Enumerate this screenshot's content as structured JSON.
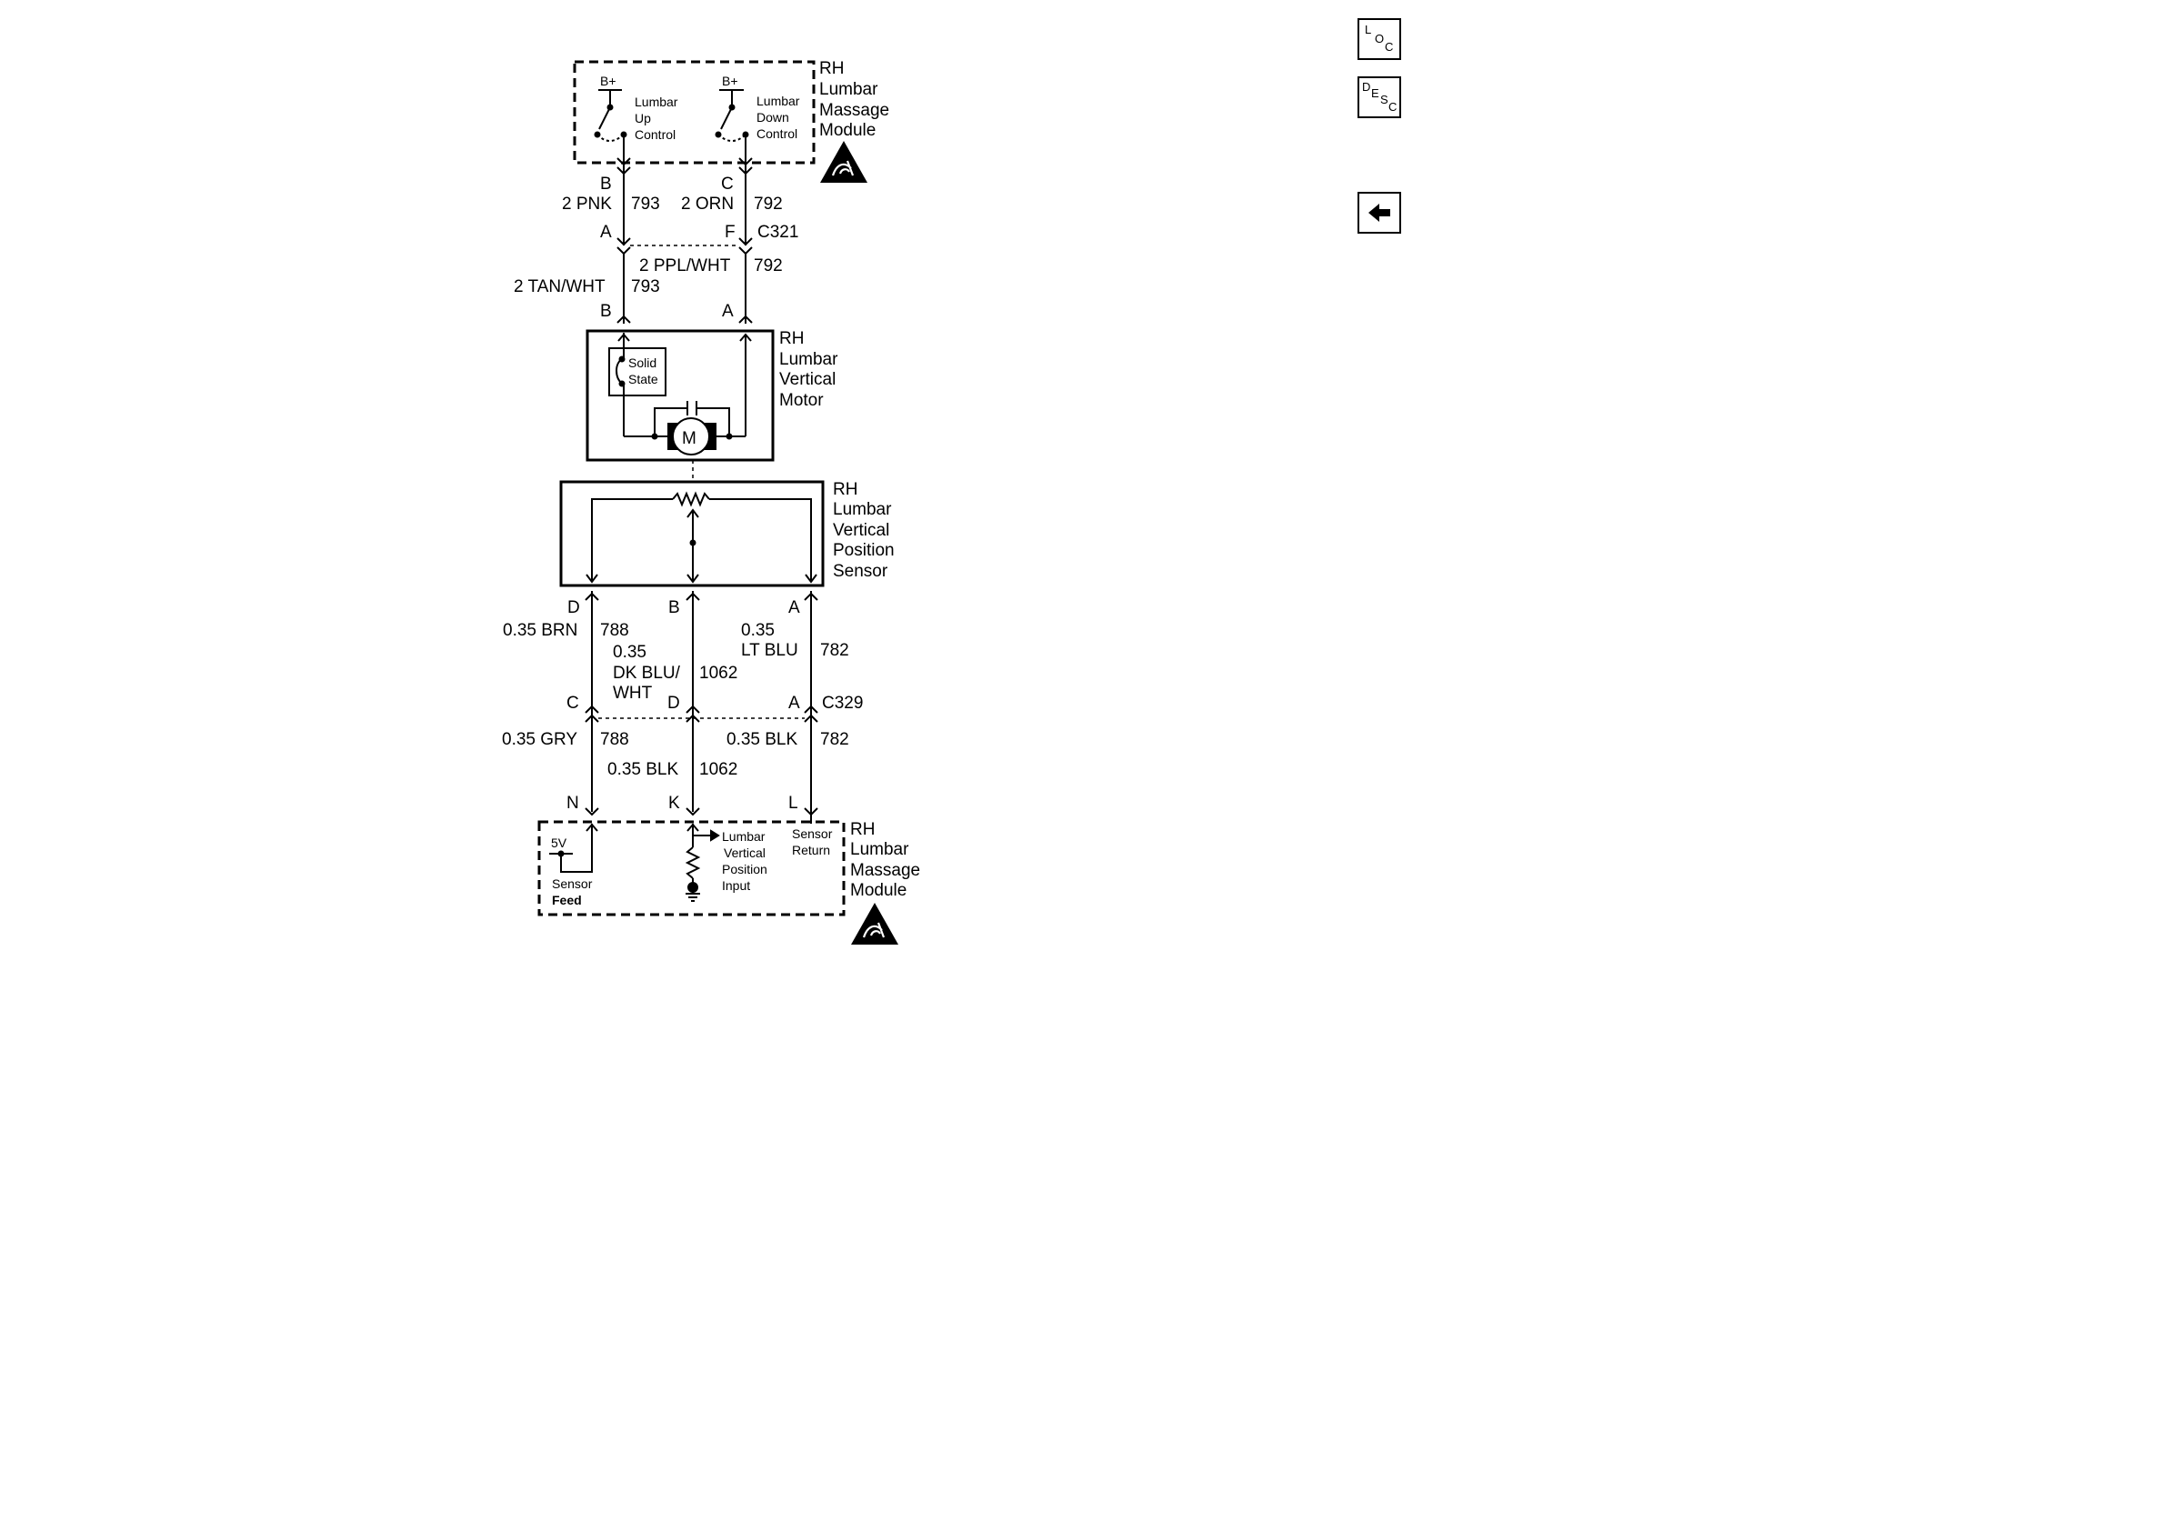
{
  "nav": {
    "loc": {
      "l1": "L",
      "l2": "O",
      "l3": "C"
    },
    "desc": {
      "l1": "D",
      "l2": "E",
      "l3": "S",
      "l4": "C"
    }
  },
  "top_module": {
    "name": [
      "RH",
      "Lumbar",
      "Massage",
      "Module"
    ],
    "up_switch": {
      "supply": "B+",
      "label": [
        "Lumbar",
        "Up",
        "Control"
      ]
    },
    "down_switch": {
      "supply": "B+",
      "label": [
        "Lumbar",
        "Down",
        "Control"
      ]
    }
  },
  "motor": {
    "name": [
      "RH",
      "Lumbar",
      "Vertical",
      "Motor"
    ],
    "solid_state": [
      "Solid",
      "State"
    ],
    "symbol": "M"
  },
  "sensor": {
    "name": [
      "RH",
      "Lumbar",
      "Vertical",
      "Position",
      "Sensor"
    ]
  },
  "bottom_module": {
    "name": [
      "RH",
      "Lumbar",
      "Massage",
      "Module"
    ],
    "feed_voltage": "5V",
    "feed_label": [
      "Sensor",
      "Feed"
    ],
    "input_label": [
      "Lumbar",
      "Vertical",
      "Position",
      "Input"
    ],
    "return_label": [
      "Sensor",
      "Return"
    ]
  },
  "wiring": {
    "upper": {
      "pin_left_top": "B",
      "pin_right_top": "C",
      "wire_left": {
        "gauge_color": "2 PNK",
        "circuit": "793"
      },
      "wire_right": {
        "gauge_color": "2 ORN",
        "circuit": "792"
      },
      "pin_left_conn": "A",
      "pin_right_conn": "F",
      "connector": "C321",
      "wire_left_lower": {
        "gauge_color": "2 TAN/WHT",
        "circuit": "793"
      },
      "wire_right_lower": {
        "gauge_color": "2 PPL/WHT",
        "circuit": "792"
      },
      "pin_left_motor": "B",
      "pin_right_motor": "A"
    },
    "lower": {
      "pin_sensor_left": "D",
      "pin_sensor_mid": "B",
      "pin_sensor_right": "A",
      "wire_left": {
        "gauge_color": "0.35 BRN",
        "circuit": "788"
      },
      "wire_mid": {
        "gauge_color": [
          "0.35",
          "DK BLU/",
          "WHT"
        ],
        "circuit": "1062"
      },
      "wire_right": {
        "gauge_color": [
          "0.35",
          "LT BLU"
        ],
        "circuit": "782"
      },
      "pin_conn_left": "C",
      "pin_conn_mid": "D",
      "pin_conn_right": "A",
      "connector": "C329",
      "wire_left_lower": {
        "gauge_color": "0.35 GRY",
        "circuit": "788"
      },
      "wire_mid_lower": {
        "gauge_color": "0.35 BLK",
        "circuit": "1062"
      },
      "wire_right_lower": {
        "gauge_color": "0.35 BLK",
        "circuit": "782"
      },
      "pin_mod_left": "N",
      "pin_mod_mid": "K",
      "pin_mod_right": "L"
    }
  }
}
